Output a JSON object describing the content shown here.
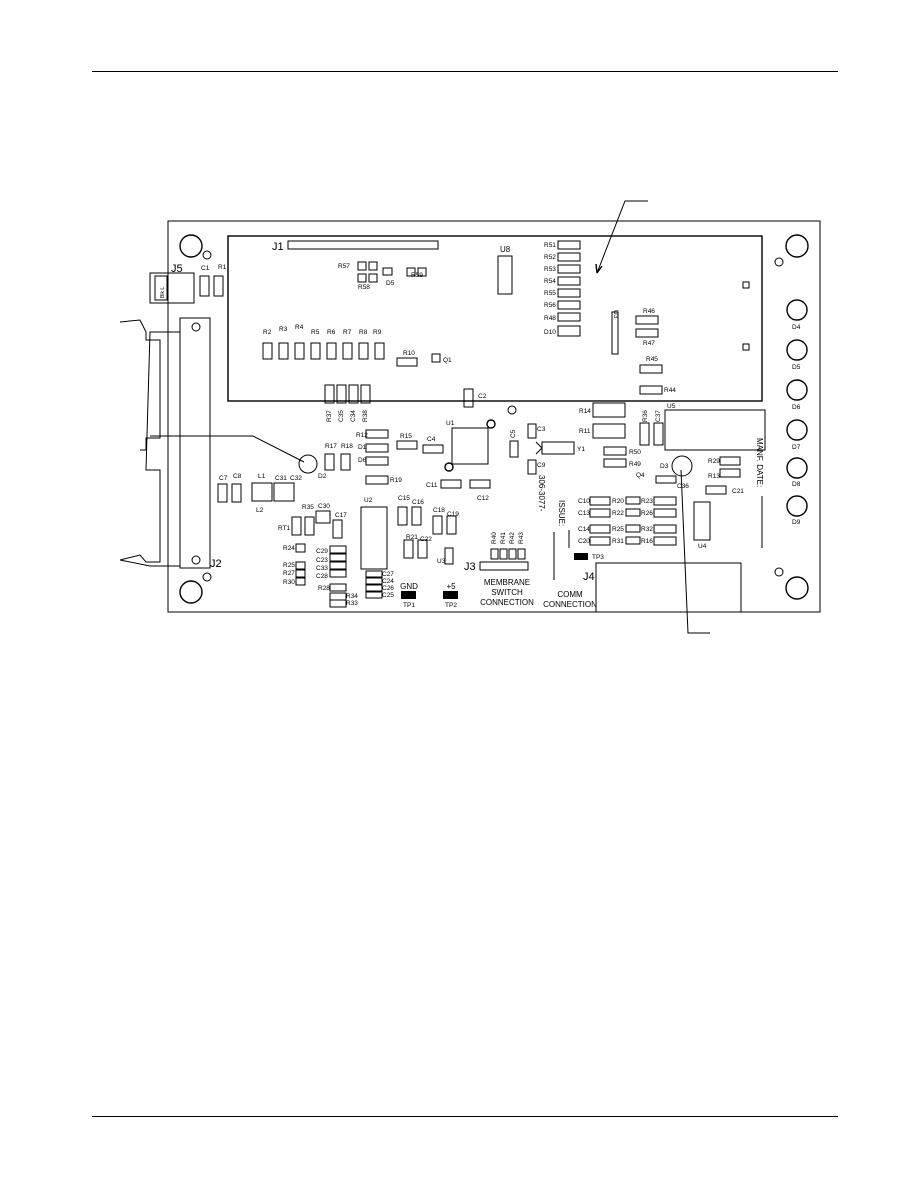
{
  "board": {
    "part_number": "306-3077-",
    "issue_label": "ISSUE:",
    "mfg_date_label": "MANF. DATE:",
    "connectors": {
      "j1": "J1",
      "j2": "J2",
      "j3": "J3",
      "j4": "J4",
      "j5": "J5",
      "j3_name": [
        "MEMBRANE",
        "SWITCH",
        "CONNECTION"
      ],
      "j4_name": [
        "COMM",
        "CONNECTION"
      ]
    },
    "test_points": [
      {
        "ref": "TP1",
        "name": "GND"
      },
      {
        "ref": "TP2",
        "name": "+5"
      },
      {
        "ref": "TP3",
        "name": ""
      }
    ],
    "chips": {
      "u1": "U1",
      "u2": "U2",
      "u3": "U3",
      "u4": "U4",
      "u5": "U5",
      "u8": "U8",
      "y1": "Y1",
      "q1": "Q1"
    },
    "leds": [
      "D2",
      "D3",
      "D4",
      "D5",
      "D6",
      "D7",
      "D8",
      "D9"
    ],
    "jumper_label": "Blk L"
  },
  "silkscreen": [
    "R57",
    "R58",
    "D5",
    "R59",
    "U8",
    "R51",
    "R52",
    "R53",
    "R54",
    "R55",
    "R56",
    "R48",
    "D10",
    "C1",
    "R1",
    "R2",
    "R3",
    "R4",
    "R5",
    "R6",
    "R7",
    "R8",
    "R9",
    "R10",
    "Q1",
    "R46",
    "R47",
    "R45",
    "R44",
    "C2",
    "R37",
    "C35",
    "C34",
    "R38",
    "R14",
    "R11",
    "R36",
    "C37",
    "R50",
    "R49",
    "Q4",
    "R17",
    "R18",
    "R12",
    "R15",
    "C4",
    "D1",
    "D6",
    "C11",
    "C12",
    "R19",
    "C7",
    "C8",
    "L1",
    "C31",
    "C32",
    "L2",
    "R35",
    "C30",
    "C17",
    "RT1",
    "C15",
    "C16",
    "C18",
    "C19",
    "C5",
    "C3",
    "C9",
    "R24",
    "C29",
    "R25",
    "R27",
    "R30",
    "C23",
    "C33",
    "C28",
    "R28",
    "R34",
    "R33",
    "C27",
    "C24",
    "C26",
    "C25",
    "R21",
    "C22",
    "R40",
    "R41",
    "R42",
    "R43",
    "C10",
    "C13",
    "C14",
    "C20",
    "R20",
    "R22",
    "R25",
    "R31",
    "R23",
    "R26",
    "R32",
    "R16",
    "C36",
    "R29",
    "R13",
    "C21",
    "C6"
  ]
}
